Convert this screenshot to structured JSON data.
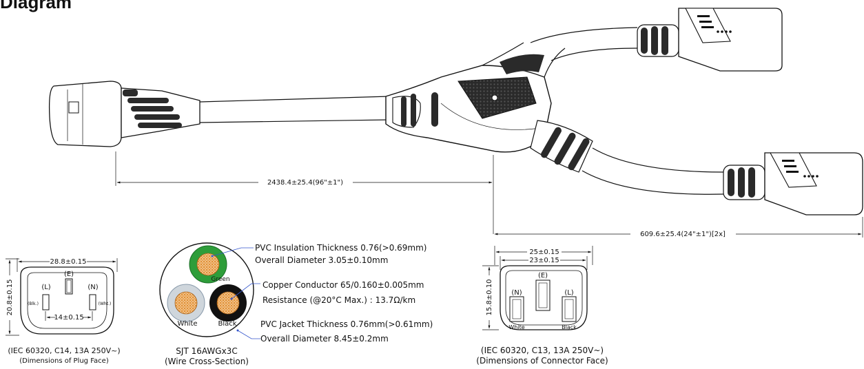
{
  "title": "Diagram",
  "dimensions": {
    "main_cable": "2438.4±25.4(96\"±1\")",
    "branch_cables": "609.6±25.4(24\"±1\")[2x]"
  },
  "plug_face": {
    "width": "28.8±0.15",
    "height": "20.8±0.15",
    "pin_spacing": "14±0.15",
    "pins": {
      "left": "(L)",
      "earth": "(E)",
      "neutral": "(N)"
    },
    "pin_notes": {
      "left": "(Blk.)",
      "neutral": "(Wht.)"
    },
    "caption_line1": "(IEC 60320, C14, 13A 250V~)",
    "caption_line2": "(Dimensions of Plug Face)"
  },
  "wire": {
    "conductors": {
      "green": "Green",
      "white": "White",
      "black": "Black"
    },
    "caption_line1": "SJT 16AWGx3C",
    "caption_line2": "(Wire Cross-Section)",
    "notes": [
      "PVC Insulation Thickness 0.76(>0.69mm)",
      "Overall Diameter 3.05±0.10mm",
      "Copper Conductor 65/0.160±0.005mm",
      "Resistance (@20°C Max.) : 13.7Ω/km",
      "PVC Jacket Thickness 0.76mm(>0.61mm)",
      "Overall Diameter 8.45±0.2mm"
    ]
  },
  "connector_face": {
    "outer_width": "25±0.15",
    "inner_width": "23±0.15",
    "height": "15.8±0.10",
    "sockets": {
      "neutral": "(N)",
      "earth": "(E)",
      "live": "(L)"
    },
    "socket_notes": {
      "neutral": "White",
      "live": "Black"
    },
    "caption_line1": "(IEC 60320, C13, 13A 250V~)",
    "caption_line2": "(Dimensions of Connector Face)"
  },
  "colors": {
    "green": "#2e9d3a",
    "copper": "#e08a2a",
    "black": "#111111",
    "white_insulation": "#cfd6dc",
    "jacket": "#ffffff",
    "leader": "#3355cc"
  }
}
